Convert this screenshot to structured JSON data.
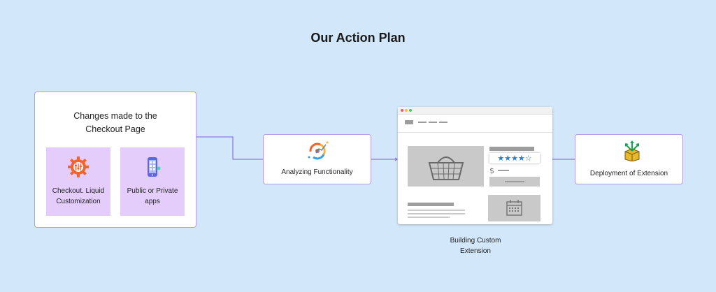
{
  "title": "Our Action Plan",
  "left_card": {
    "heading_line1": "Changes made to the",
    "heading_line2": "Checkout Page",
    "items": [
      {
        "line1": "Checkout. Liquid",
        "line2": "Customization",
        "icon": "gear-sliders-icon"
      },
      {
        "line1": "Public or Private",
        "line2": "apps",
        "icon": "mobile-apps-icon"
      }
    ]
  },
  "analyze_card": {
    "label": "Analyzing Functionality",
    "icon": "analytics-icon"
  },
  "browser": {
    "stars": "★★★★☆",
    "price_symbol": "$",
    "icons": [
      "shopping-basket-icon",
      "calendar-icon"
    ]
  },
  "build_caption": {
    "line1": "Building Custom",
    "line2": "Extension"
  },
  "deploy_card": {
    "label": "Deployment of Extension",
    "icon": "box-arrows-icon"
  },
  "colors": {
    "background": "#d3e7fa",
    "card_border": "#b49be8",
    "sub_card": "#e4cdfb",
    "connector": "#7b5fd6",
    "star_blue": "#1e7fd6"
  }
}
